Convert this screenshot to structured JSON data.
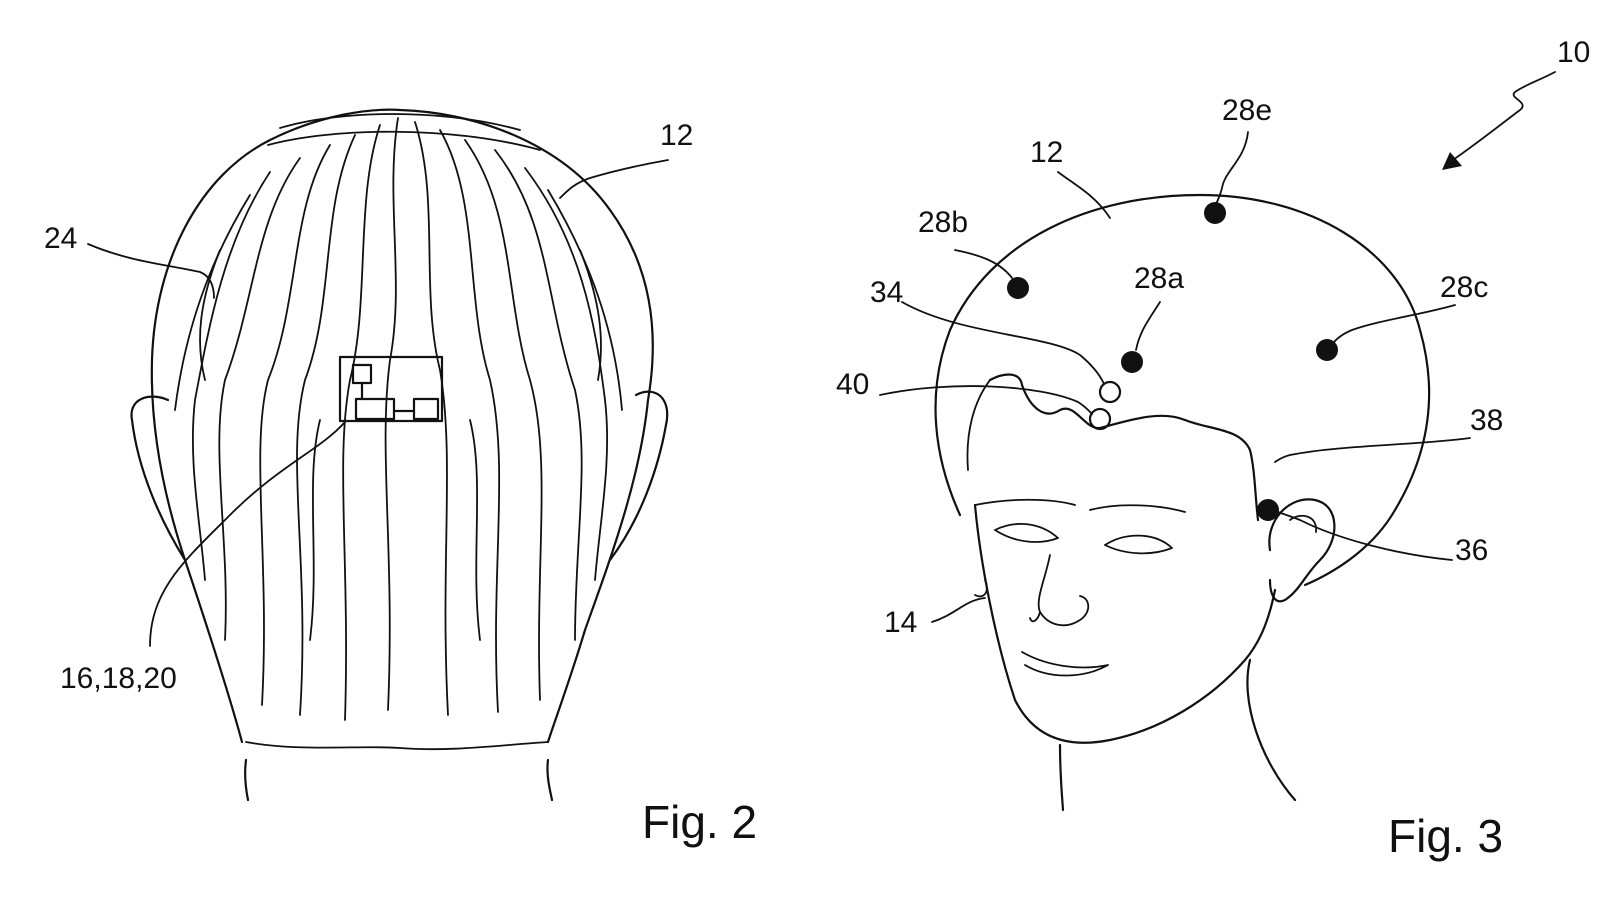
{
  "figure_2": {
    "caption": "Fig. 2",
    "labels": {
      "hair": "12",
      "head_outline": "24",
      "device": "16,18,20"
    }
  },
  "figure_3": {
    "caption": "Fig. 3",
    "labels": {
      "assembly": "10",
      "cap": "12",
      "electrode_a": "28a",
      "electrode_b": "28b",
      "electrode_c": "28c",
      "electrode_e": "28e",
      "sensor_upper": "34",
      "sensor_lower": "40",
      "cap_edge": "38",
      "ear_electrode": "36",
      "face": "14"
    }
  },
  "colors": {
    "ink": "#111111",
    "paper": "#ffffff"
  }
}
